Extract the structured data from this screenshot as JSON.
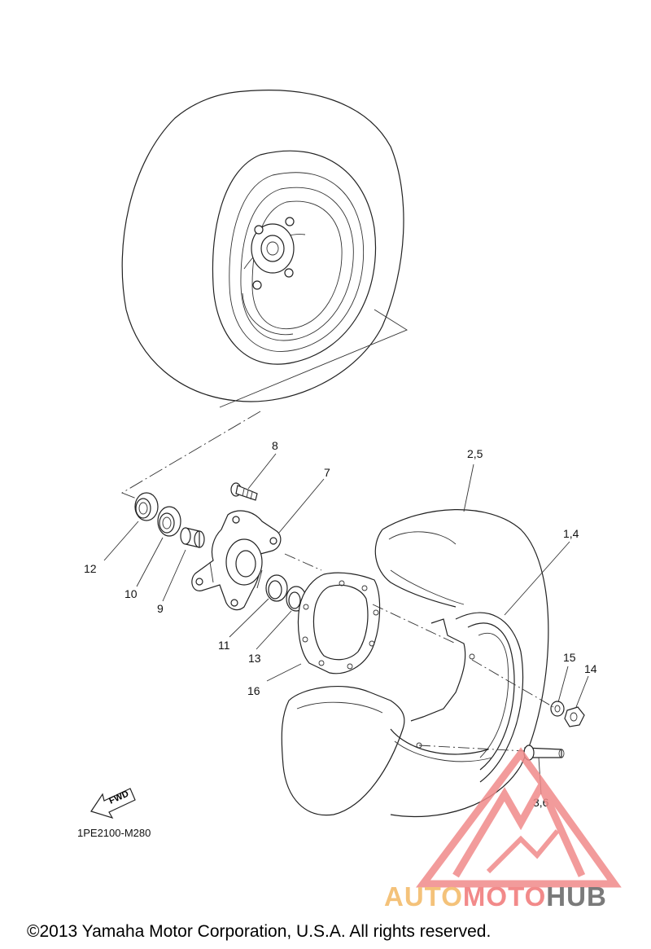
{
  "callouts": [
    {
      "id": "8",
      "text": "8"
    },
    {
      "id": "7",
      "text": "7"
    },
    {
      "id": "2_5",
      "text": "2,5"
    },
    {
      "id": "1_4",
      "text": "1,4"
    },
    {
      "id": "12",
      "text": "12"
    },
    {
      "id": "10",
      "text": "10"
    },
    {
      "id": "9",
      "text": "9"
    },
    {
      "id": "11",
      "text": "11"
    },
    {
      "id": "13",
      "text": "13"
    },
    {
      "id": "16",
      "text": "16"
    },
    {
      "id": "15",
      "text": "15"
    },
    {
      "id": "14",
      "text": "14"
    },
    {
      "id": "3_6",
      "text": "3,6"
    }
  ],
  "fwd_label": "FWD",
  "diagram_code": "1PE2100-M280",
  "watermark": {
    "brand_part1": "AUTO",
    "brand_part2": "MOTO",
    "brand_part3": "HUB",
    "colors": {
      "auto": "#f4c27a",
      "moto": "#f28a8a",
      "hub": "#7a7a7a",
      "triangle": "#f08a8a"
    }
  },
  "copyright": "©2013 Yamaha Motor Corporation, U.S.A. All rights reserved."
}
